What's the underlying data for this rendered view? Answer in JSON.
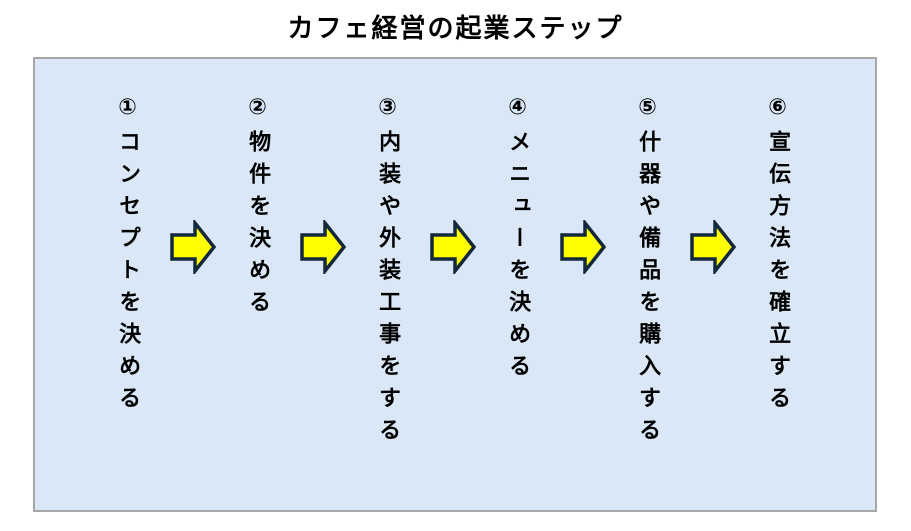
{
  "title": "カフェ経営の起業ステップ",
  "steps": [
    {
      "label": "①コンセプトを決める"
    },
    {
      "label": "②物件を決める"
    },
    {
      "label": "③内装や外装工事をする"
    },
    {
      "label": "④メニューを決める"
    },
    {
      "label": "⑤什器や備品を購入する"
    },
    {
      "label": "⑥宣伝方法を確立する"
    }
  ],
  "icons": {
    "step_connector": "right-block-arrow"
  },
  "colors": {
    "panel_bg": "#d9e7f6",
    "panel_border": "#a6a6a6",
    "arrow_fill": "#ffff00",
    "arrow_border": "#14283c",
    "text": "#000000"
  }
}
